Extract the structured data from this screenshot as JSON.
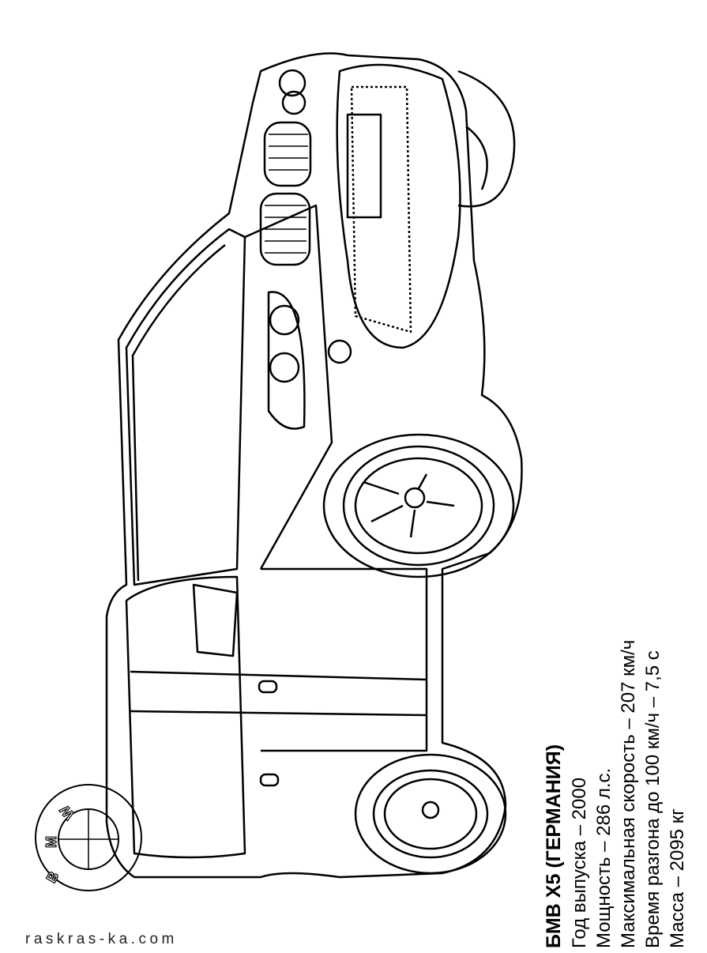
{
  "specs": {
    "title": "БМВ X5 (ГЕРМАНИЯ)",
    "lines": [
      "Год выпуска – 2000",
      "Мощность – 286 л.с.",
      "Максимальная скорость – 207 км/ч",
      "Время разгона до 100 км/ч – 7,5 с",
      "Масса – 2095 кг"
    ]
  },
  "logo": {
    "letters": [
      "B",
      "M",
      "W"
    ]
  },
  "watermark": "raskras-ka.com"
}
